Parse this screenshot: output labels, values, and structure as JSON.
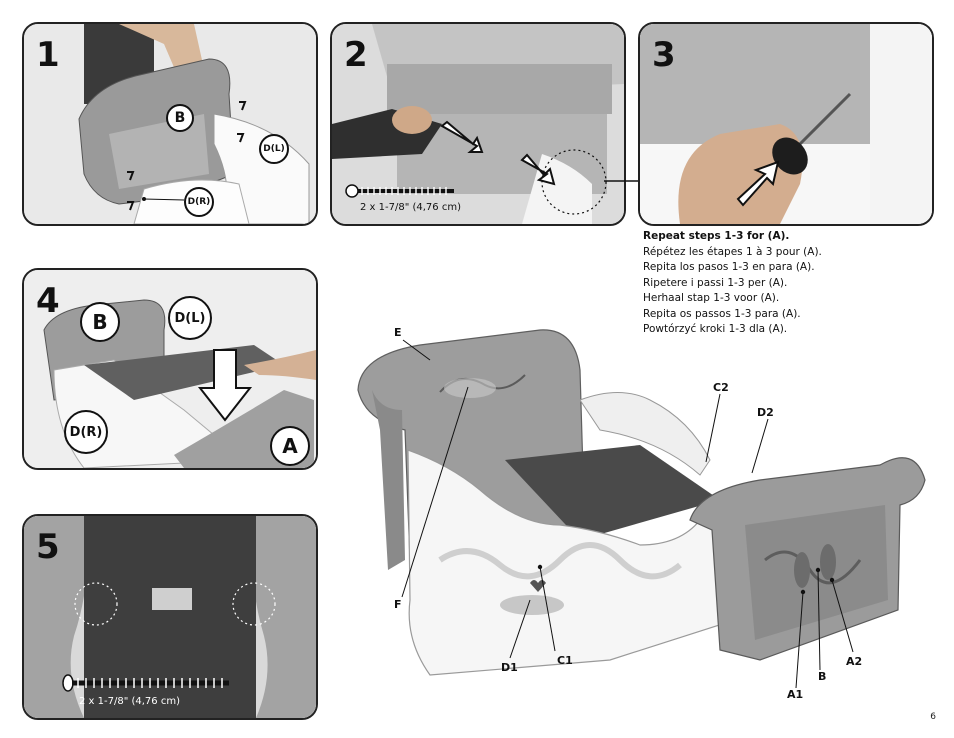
{
  "steps": [
    {
      "number": "1",
      "labels": [
        "B",
        "D(L)",
        "D(R)"
      ]
    },
    {
      "number": "2",
      "screw": "2 x 1-7/8\" (4,76 cm)"
    },
    {
      "number": "3"
    },
    {
      "number": "4",
      "labels": [
        "B",
        "D(L)",
        "D(R)",
        "A"
      ]
    },
    {
      "number": "5",
      "screw": "2 x 1-7/8\" (4,76 cm)"
    }
  ],
  "instructions": {
    "heading": "Repeat steps 1-3 for (A).",
    "lines": [
      "Répétez les étapes 1 à 3 pour (A).",
      "Repita los pasos 1-3 en para (A).",
      "Ripetere i passi 1-3 per (A).",
      "Herhaal stap 1-3 voor (A).",
      "Repita os passos 1-3 para (A).",
      "Powtórzyć kroki 1-3 dla (A)."
    ]
  },
  "callouts": {
    "e": "E",
    "c2": "C2",
    "d2": "D2",
    "f": "F",
    "d1": "D1",
    "c1": "C1",
    "a1": "A1",
    "b": "B",
    "a2": "A2"
  },
  "page_number": "6"
}
